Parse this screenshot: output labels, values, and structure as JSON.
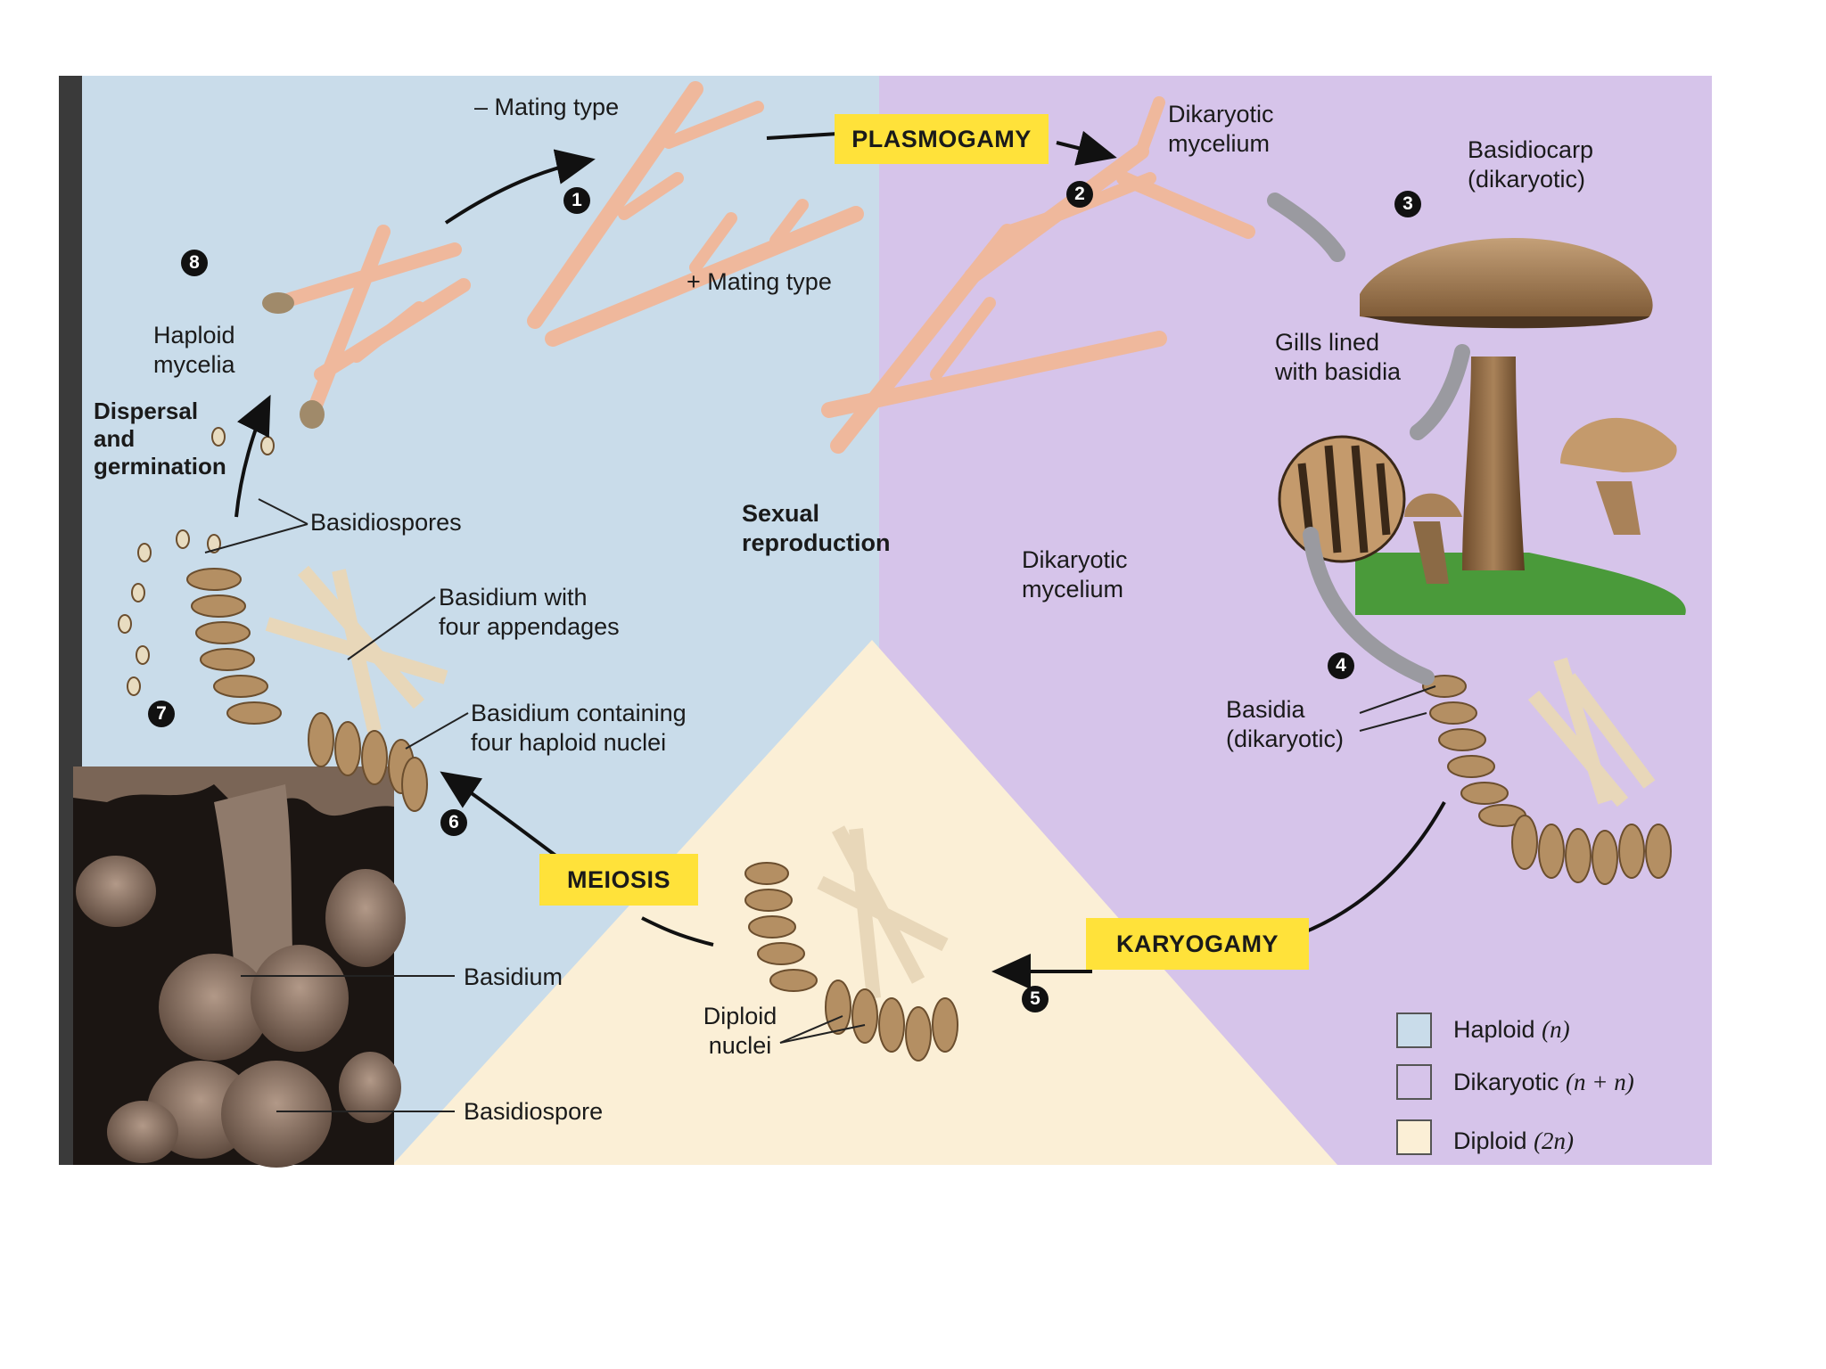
{
  "colors": {
    "haploid": "#c9dcea",
    "dikaryotic": "#d6c4ea",
    "diploid": "#fbefd6",
    "stage_box": "#ffe23a",
    "hypha": "#efb89c",
    "basidium": "#b48f63"
  },
  "labels": {
    "mating_minus": "– Mating type",
    "mating_plus": "+ Mating type",
    "dikaryotic_mycelium_top": "Dikaryotic\nmycelium",
    "basidiocarp": "Basidiocarp\n(dikaryotic)",
    "gills": "Gills lined\nwith basidia",
    "haploid_mycelia": "Haploid\nmycelia",
    "dispersal": "Dispersal\nand\ngermination",
    "basidiospores": "Basidiospores",
    "sexual_reproduction": "Sexual\nreproduction",
    "dikaryotic_mycelium_mid": "Dikaryotic\nmycelium",
    "basidium_appendages": "Basidium with\nfour appendages",
    "basidium_nuclei": "Basidium containing\nfour haploid nuclei",
    "basidia_dikaryotic": "Basidia\n(dikaryotic)",
    "diploid_nuclei": "Diploid\nnuclei",
    "micrograph_basidium": "Basidium",
    "micrograph_basidiospore": "Basidiospore"
  },
  "stages": {
    "plasmogamy": "PLASMOGAMY",
    "karyogamy": "KARYOGAMY",
    "meiosis": "MEIOSIS"
  },
  "steps": [
    "1",
    "2",
    "3",
    "4",
    "5",
    "6",
    "7",
    "8"
  ],
  "legend": [
    {
      "name": "Haploid",
      "ploidy": "(n)",
      "color_key": "haploid"
    },
    {
      "name": "Dikaryotic",
      "ploidy": "(n + n)",
      "color_key": "dikaryotic"
    },
    {
      "name": "Diploid",
      "ploidy": "(2n)",
      "color_key": "diploid"
    }
  ]
}
